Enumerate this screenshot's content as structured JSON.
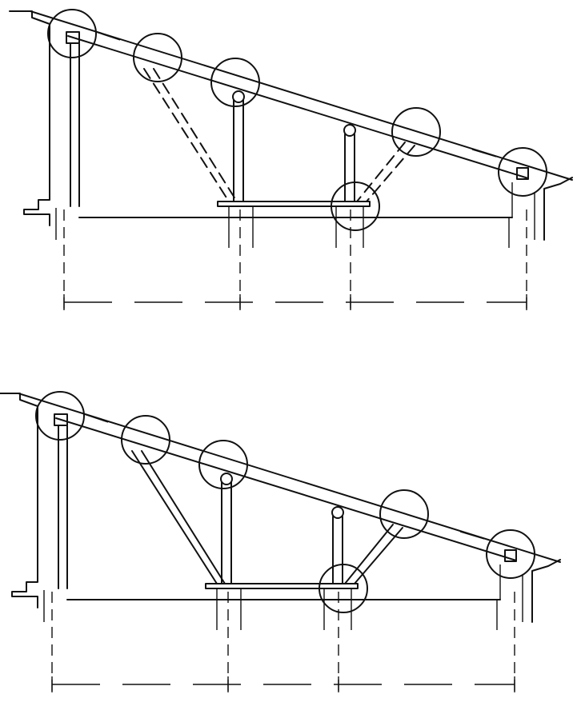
{
  "colors": {
    "ink": "#111111",
    "background": "#ffffff"
  },
  "panels": [
    {
      "id": "top",
      "brace_style": "dashed"
    },
    {
      "id": "bottom",
      "brace_style": "solid"
    }
  ]
}
